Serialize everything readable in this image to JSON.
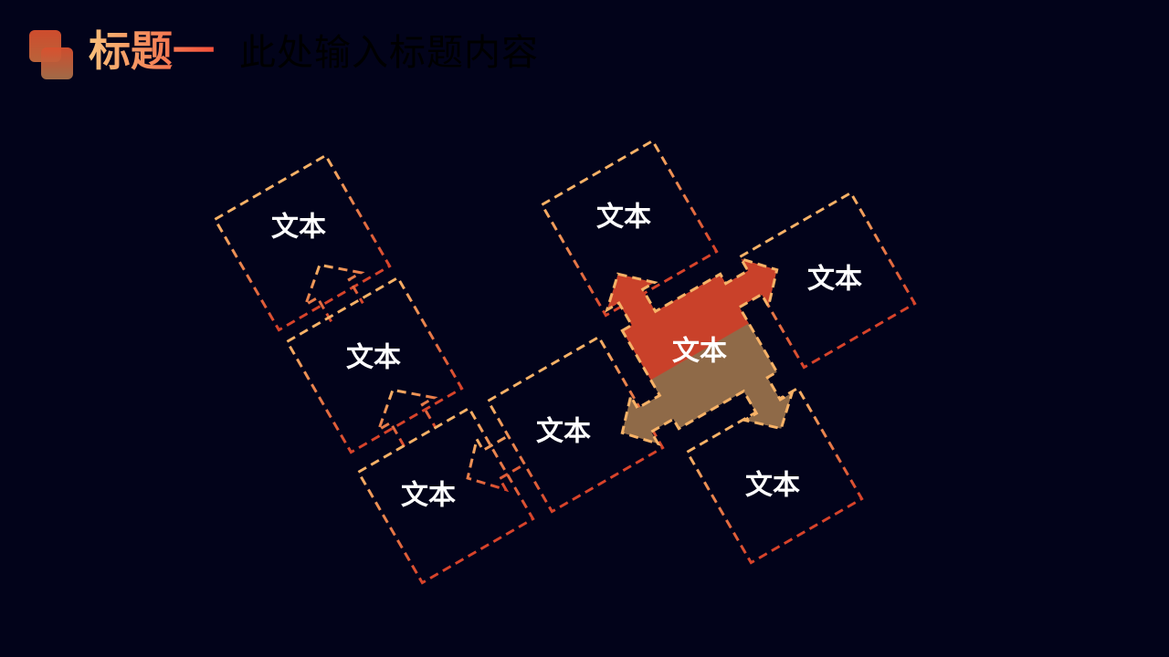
{
  "header": {
    "title": "标题一",
    "subtitle": "此处输入标题内容"
  },
  "boxes": {
    "b1": "文本",
    "b2": "文本",
    "b3": "文本",
    "b4": "文本",
    "b5": "文本",
    "b6": "文本",
    "b7": "文本",
    "center": "文本"
  },
  "colors": {
    "background": "#02031a",
    "accent_light": "#f7b267",
    "accent_dark": "#d8432a"
  }
}
